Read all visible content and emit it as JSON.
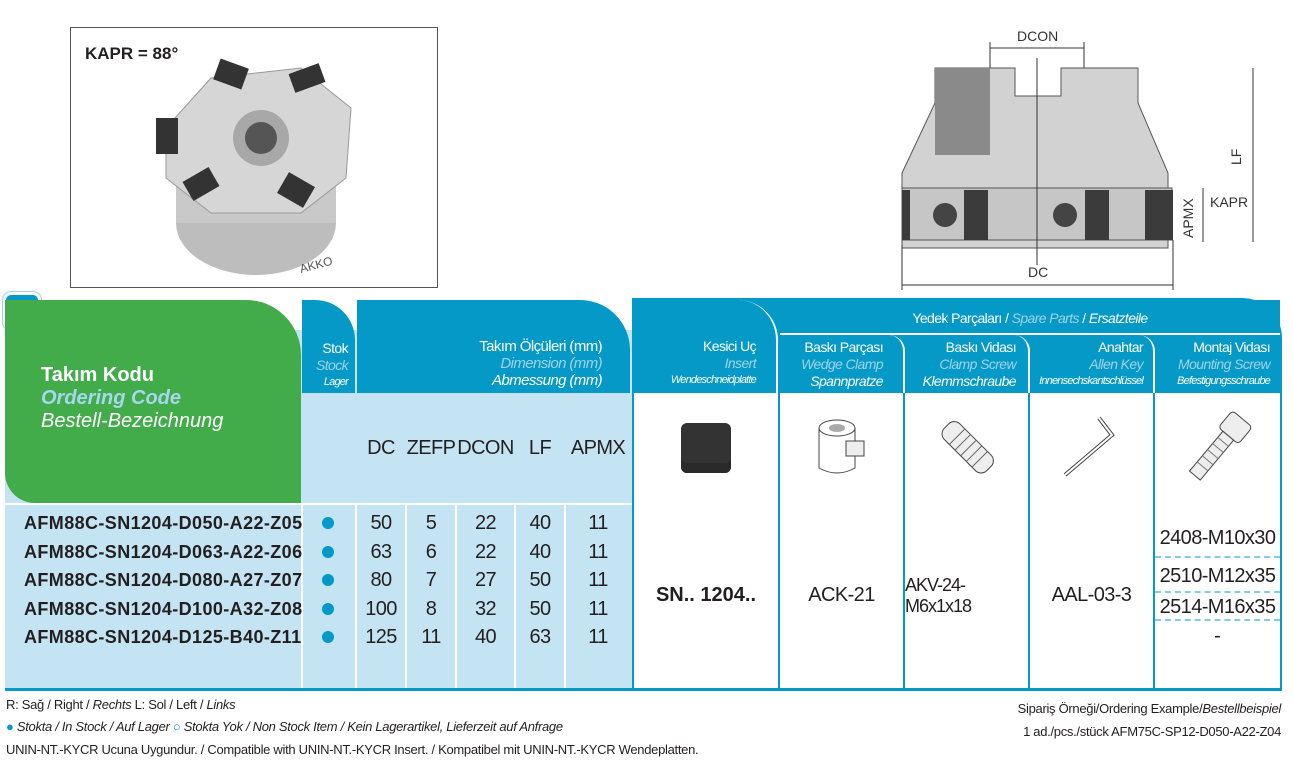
{
  "photo": {
    "label": "KAPR = 88°",
    "brand": "AKKO"
  },
  "drawing": {
    "dcon": "DCON",
    "lf": "LF",
    "kapr": "KAPR",
    "apmx": "APMX",
    "dc": "DC"
  },
  "header": {
    "code": {
      "tr": "Takım Kodu",
      "en": "Ordering Code",
      "de": "Bestell-Bezeichnung"
    },
    "stock": {
      "tr": "Stok",
      "en": "Stock",
      "de": "Lager"
    },
    "dims": {
      "tr": "Takım Ölçüleri (mm)",
      "en": "Dimension (mm)",
      "de": "Abmessung (mm)"
    },
    "dim_cols": [
      "DC",
      "ZEFP",
      "DCON",
      "LF",
      "APMX"
    ],
    "insert": {
      "tr": "Kesici Uç",
      "en": "Insert",
      "de": "Wendeschneidplatte"
    },
    "spare": {
      "tr": "Yedek Parçaları",
      "sep": "/",
      "en": "Spare Parts",
      "de": "Ersatzteile"
    },
    "spare_cols": [
      {
        "tr": "Baskı Parçası",
        "en": "Wedge Clamp",
        "de": "Spannpratze"
      },
      {
        "tr": "Baskı Vidası",
        "en": "Clamp Screw",
        "de": "Klemmschraube"
      },
      {
        "tr": "Anahtar",
        "en": "Allen Key",
        "de": "Innensechskantschlüssel"
      },
      {
        "tr": "Montaj Vidası",
        "en": "Mounting Screw",
        "de": "Befestigungsschraube"
      }
    ]
  },
  "rows": [
    {
      "code": "AFM88C-SN1204-D050-A22-Z05",
      "stock": true,
      "dc": "50",
      "zefp": "5",
      "dcon": "22",
      "lf": "40",
      "apmx": "11"
    },
    {
      "code": "AFM88C-SN1204-D063-A22-Z06",
      "stock": true,
      "dc": "63",
      "zefp": "6",
      "dcon": "22",
      "lf": "40",
      "apmx": "11"
    },
    {
      "code": "AFM88C-SN1204-D080-A27-Z07",
      "stock": true,
      "dc": "80",
      "zefp": "7",
      "dcon": "27",
      "lf": "50",
      "apmx": "11"
    },
    {
      "code": "AFM88C-SN1204-D100-A32-Z08",
      "stock": true,
      "dc": "100",
      "zefp": "8",
      "dcon": "32",
      "lf": "50",
      "apmx": "11"
    },
    {
      "code": "AFM88C-SN1204-D125-B40-Z11",
      "stock": true,
      "dc": "125",
      "zefp": "11",
      "dcon": "40",
      "lf": "63",
      "apmx": "11"
    }
  ],
  "parts": {
    "insert": "SN.. 1204..",
    "wedge_clamp": "ACK-21",
    "clamp_screw": "AKV-24-M6x1x18",
    "allen_key": "AAL-03-3",
    "mounting_screws": [
      "2408-M10x30",
      "2510-M12x35",
      "2514-M16x35",
      "-"
    ]
  },
  "footer": {
    "line1": {
      "a": "R: Sağ / Right / ",
      "b": "Rechts",
      "c": "  L: Sol / Left / ",
      "d": "Links"
    },
    "line2": {
      "a": "Stokta / In Stock / Auf Lager",
      "b": "Stokta Yok / Non Stock Item / Kein Lagerartikel, Lieferzeit auf Anfrage"
    },
    "line3": "UNIN-NT.-KYCR Ucuna Uygundur. / Compatible with UNIN-NT.-KYCR Insert. / Kompatibel mit  UNIN-NT.-KYCR Wendeplatten.",
    "example_title": "Sipariş Örneği/Ordering Example/",
    "example_title_de": "Bestellbeispiel",
    "example": "1 ad./pcs./stück AFM75C-SP12-D050-A22-Z04"
  },
  "colors": {
    "blue": "#0499c6",
    "light_blue": "#c4e4f3",
    "green": "#42ac4a"
  }
}
